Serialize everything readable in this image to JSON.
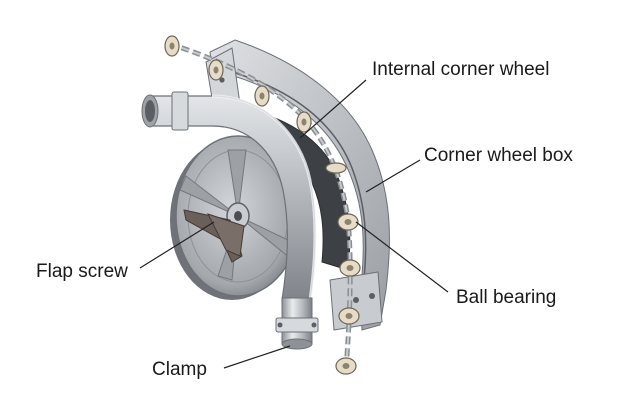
{
  "labels": {
    "internal_corner_wheel": "Internal corner wheel",
    "corner_wheel_box": "Corner wheel box",
    "flap_screw": "Flap screw",
    "ball_bearing": "Ball bearing",
    "clamp": "Clamp"
  },
  "colors": {
    "background": "#ffffff",
    "text": "#1a1a1a",
    "leader_line": "#222222",
    "metal": "#b9bcc0",
    "shadow": "#8c9096",
    "dark": "#4a4d52",
    "bearing": "#e6dcc8"
  }
}
